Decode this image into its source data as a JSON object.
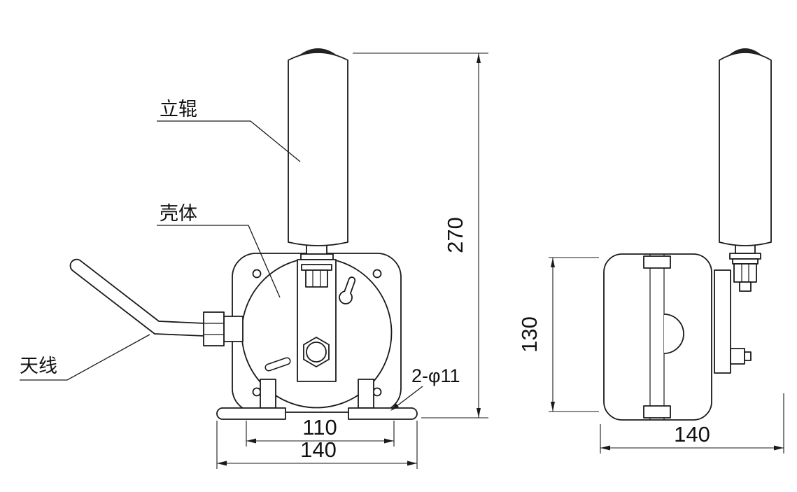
{
  "diagram": {
    "part_labels": {
      "vertical_roller": "立辊",
      "housing": "壳体",
      "antenna": "天线"
    },
    "annotations": {
      "mounting_holes": "2-φ11"
    },
    "dimensions": {
      "overall_height": "270",
      "housing_height": "130",
      "foot_hole_spacing": "110",
      "foot_span": "140",
      "side_width": "140"
    }
  }
}
